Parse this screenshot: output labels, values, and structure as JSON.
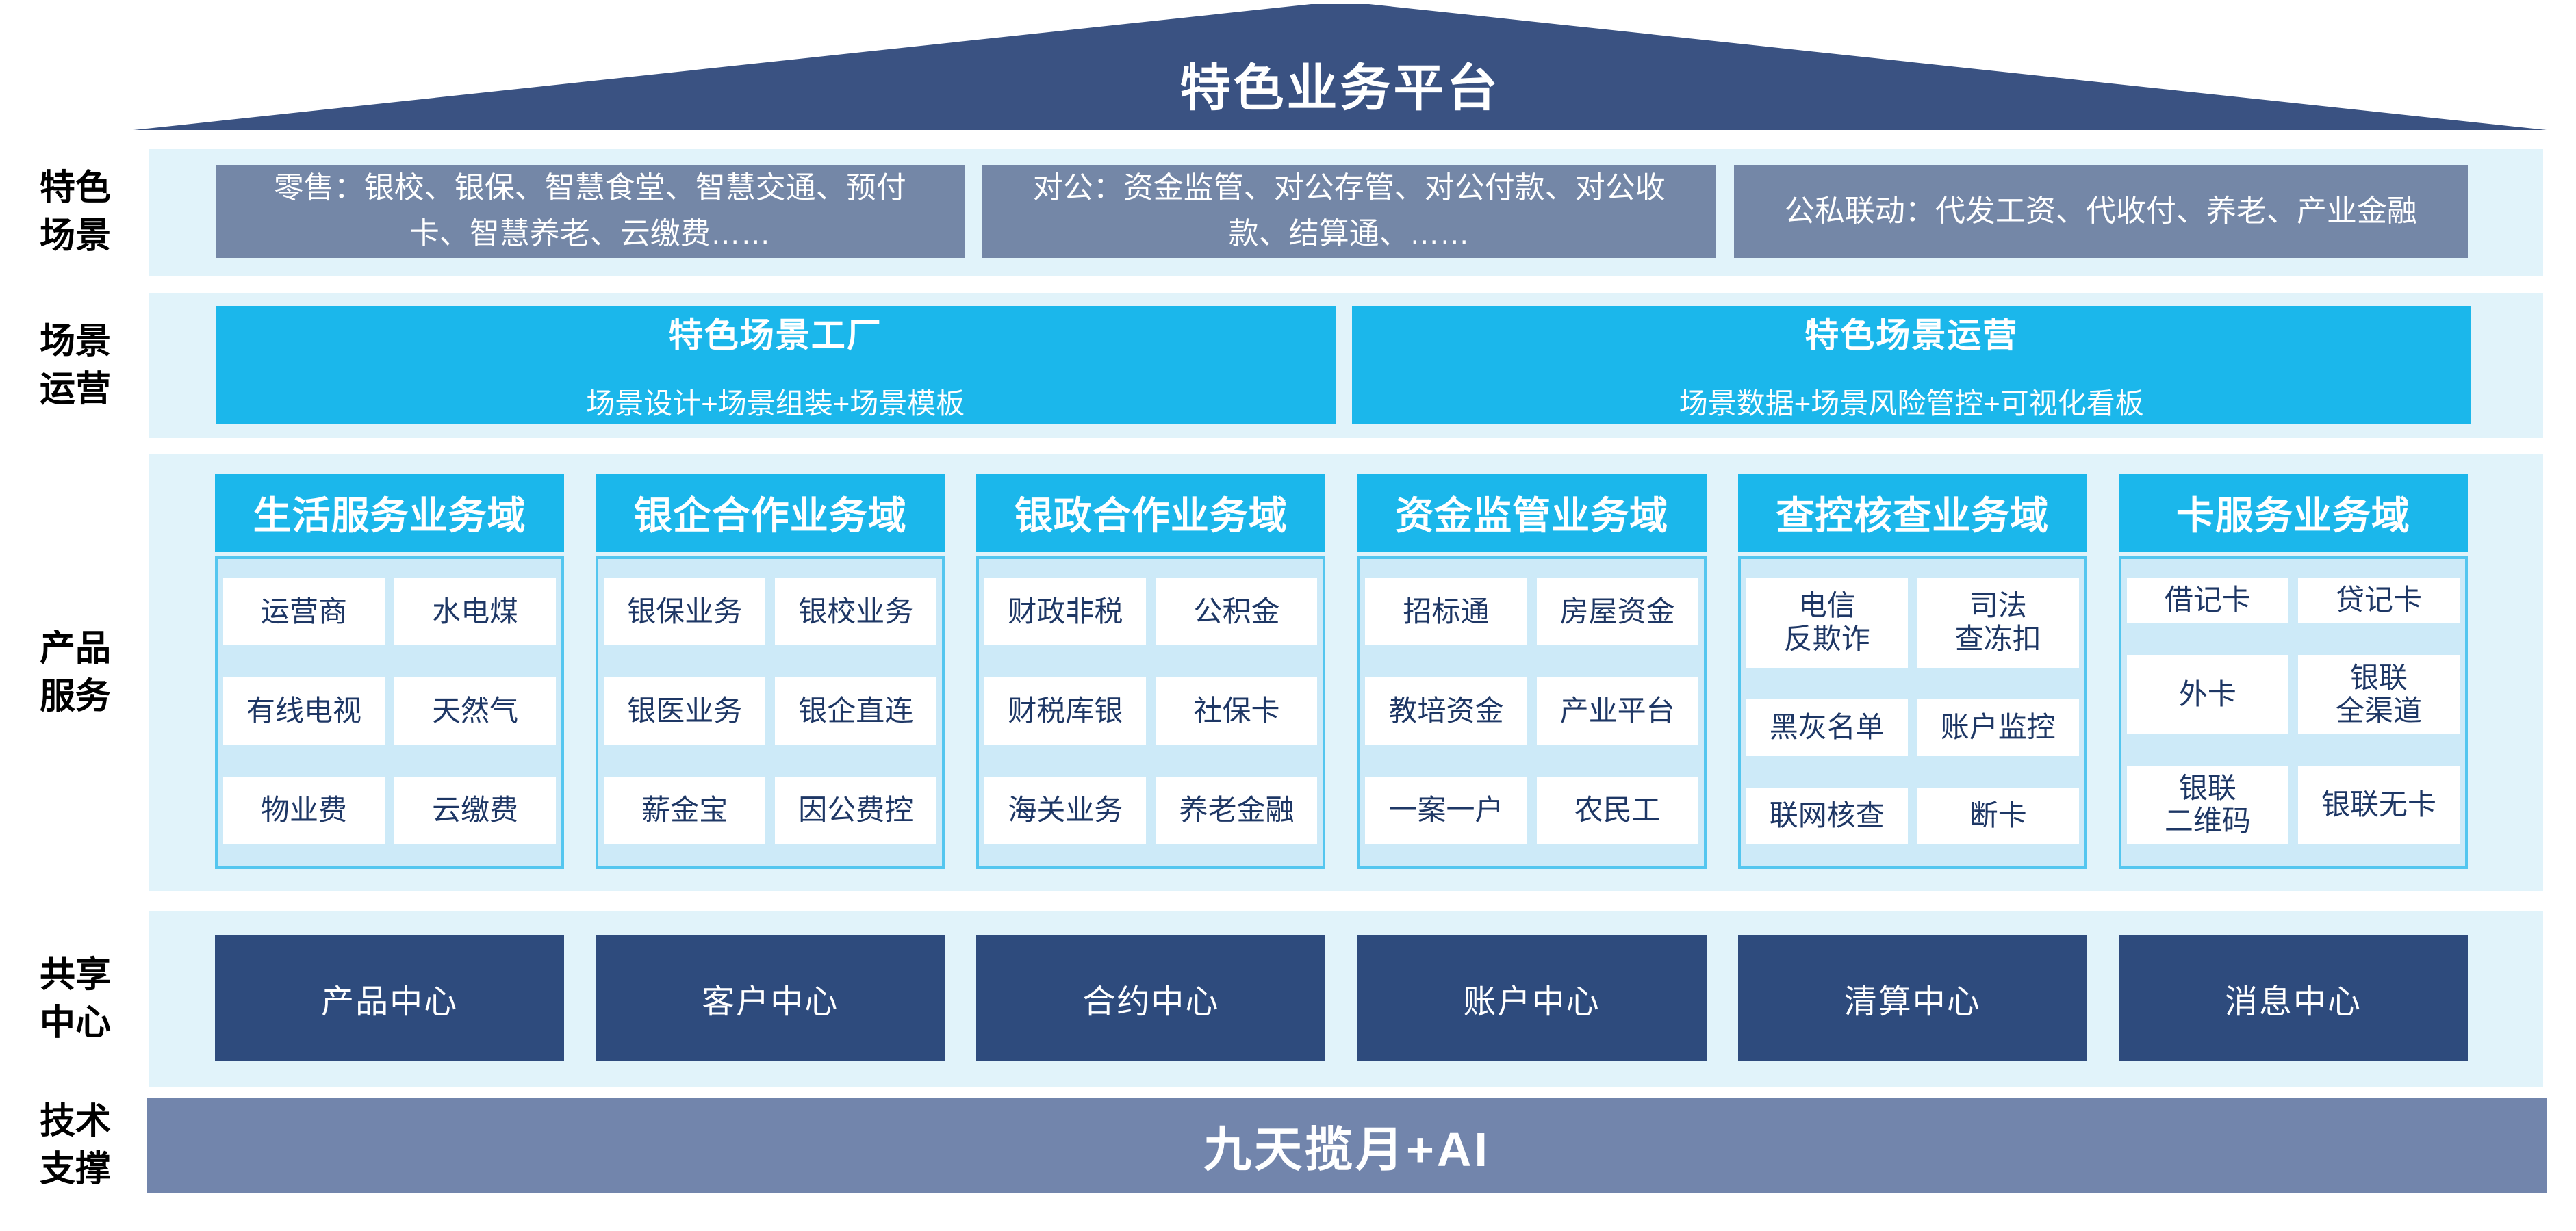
{
  "title": "特色业务平台",
  "colors": {
    "roof_navy": "#3A5282",
    "band_light_blue": "#E1F3FA",
    "scene_gray_blue": "#7487A7",
    "accent_cyan": "#1BB7EB",
    "column_body_bg": "#CDEAF8",
    "column_body_border": "#54C6EF",
    "cell_text_navy": "#1E3765",
    "center_box_navy": "#2E4B7D",
    "tech_bar_gray_blue": "#7285AC"
  },
  "rows": {
    "scene": {
      "label": "特色\n场景",
      "boxes": [
        "零售：银校、银保、智慧食堂、智慧交通、预付\n卡、智慧养老、云缴费……",
        "对公：资金监管、对公存管、对公付款、对公收\n款、结算通、……",
        "公私联动：代发工资、代收付、养老、产业金融"
      ]
    },
    "operation": {
      "label": "场景\n运营",
      "boxes": [
        {
          "title": "特色场景工厂",
          "subtitle": "场景设计+场景组装+场景模板"
        },
        {
          "title": "特色场景运营",
          "subtitle": "场景数据+场景风险管控+可视化看板"
        }
      ]
    },
    "products": {
      "label": "产品\n服务",
      "columns": [
        {
          "header": "生活服务业务域",
          "items": [
            "运营商",
            "水电煤",
            "有线电视",
            "天然气",
            "物业费",
            "云缴费"
          ]
        },
        {
          "header": "银企合作业务域",
          "items": [
            "银保业务",
            "银校业务",
            "银医业务",
            "银企直连",
            "薪金宝",
            "因公费控"
          ]
        },
        {
          "header": "银政合作业务域",
          "items": [
            "财政非税",
            "公积金",
            "财税库银",
            "社保卡",
            "海关业务",
            "养老金融"
          ]
        },
        {
          "header": "资金监管业务域",
          "items": [
            "招标通",
            "房屋资金",
            "教培资金",
            "产业平台",
            "一案一户",
            "农民工"
          ]
        },
        {
          "header": "查控核查业务域",
          "items": [
            "电信\n反欺诈",
            "司法\n查冻扣",
            "黑灰名单",
            "账户监控",
            "联网核查",
            "断卡"
          ]
        },
        {
          "header": "卡服务业务域",
          "items": [
            "借记卡",
            "贷记卡",
            "外卡",
            "银联\n全渠道",
            "银联\n二维码",
            "银联无卡"
          ]
        }
      ]
    },
    "centers": {
      "label": "共享\n中心",
      "boxes": [
        "产品中心",
        "客户中心",
        "合约中心",
        "账户中心",
        "清算中心",
        "消息中心"
      ]
    },
    "tech": {
      "label": "技术\n支撑",
      "bar": "九天揽月+AI"
    }
  }
}
